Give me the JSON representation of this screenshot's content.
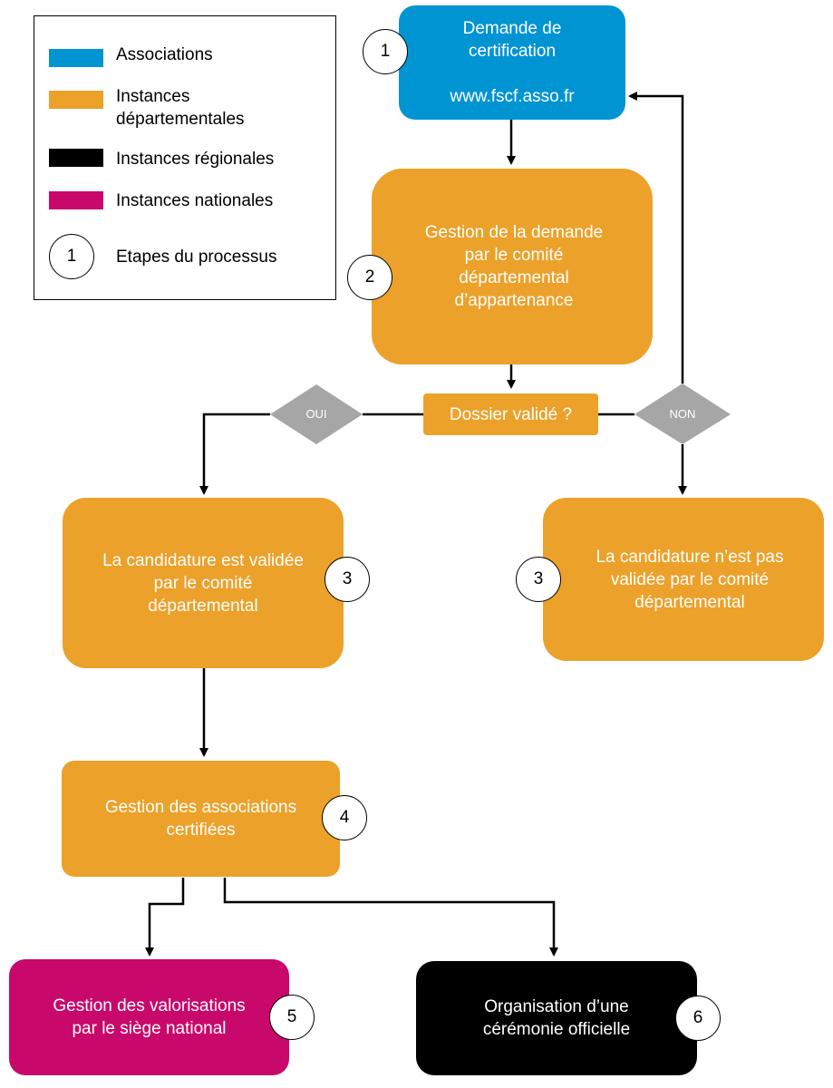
{
  "legend": {
    "items": [
      {
        "label": "Associations",
        "color": "#0094d3"
      },
      {
        "label": "Instances\ndépartementales",
        "color": "#eca12a"
      },
      {
        "label": "Instances régionales",
        "color": "#000000"
      },
      {
        "label": "Instances nationales",
        "color": "#c8096b"
      }
    ],
    "step_symbol": "1",
    "step_label": "Etapes du processus"
  },
  "nodes": {
    "demande": {
      "text": "Demande de\ncertification\n\nwww.fscf.asso.fr",
      "step": "1"
    },
    "gestion_demande": {
      "text": "Gestion de la demande\npar le comité\ndépartemental\nd’appartenance",
      "step": "2"
    },
    "dossier_valide": {
      "text": "Dossier validé ?"
    },
    "oui": {
      "text": "OUI"
    },
    "non": {
      "text": "NON"
    },
    "candidature_validee": {
      "text": "La candidature est validée\npar le comité\ndépartemental",
      "step": "3"
    },
    "candidature_non_validee": {
      "text": "La candidature n’est pas\nvalidée par le comité\ndépartemental",
      "step": "3"
    },
    "gestion_associations": {
      "text": "Gestion des associations\ncertifiées",
      "step": "4"
    },
    "gestion_valorisations": {
      "text": "Gestion des valorisations\npar le siège national",
      "step": "5"
    },
    "ceremonie": {
      "text": "Organisation d’une\ncérémonie officielle",
      "step": "6"
    }
  },
  "colors": {
    "associations": "#0094d3",
    "departementales": "#eca12a",
    "regionales": "#000000",
    "nationales": "#c8096b",
    "decision": "#a6a6a6"
  }
}
